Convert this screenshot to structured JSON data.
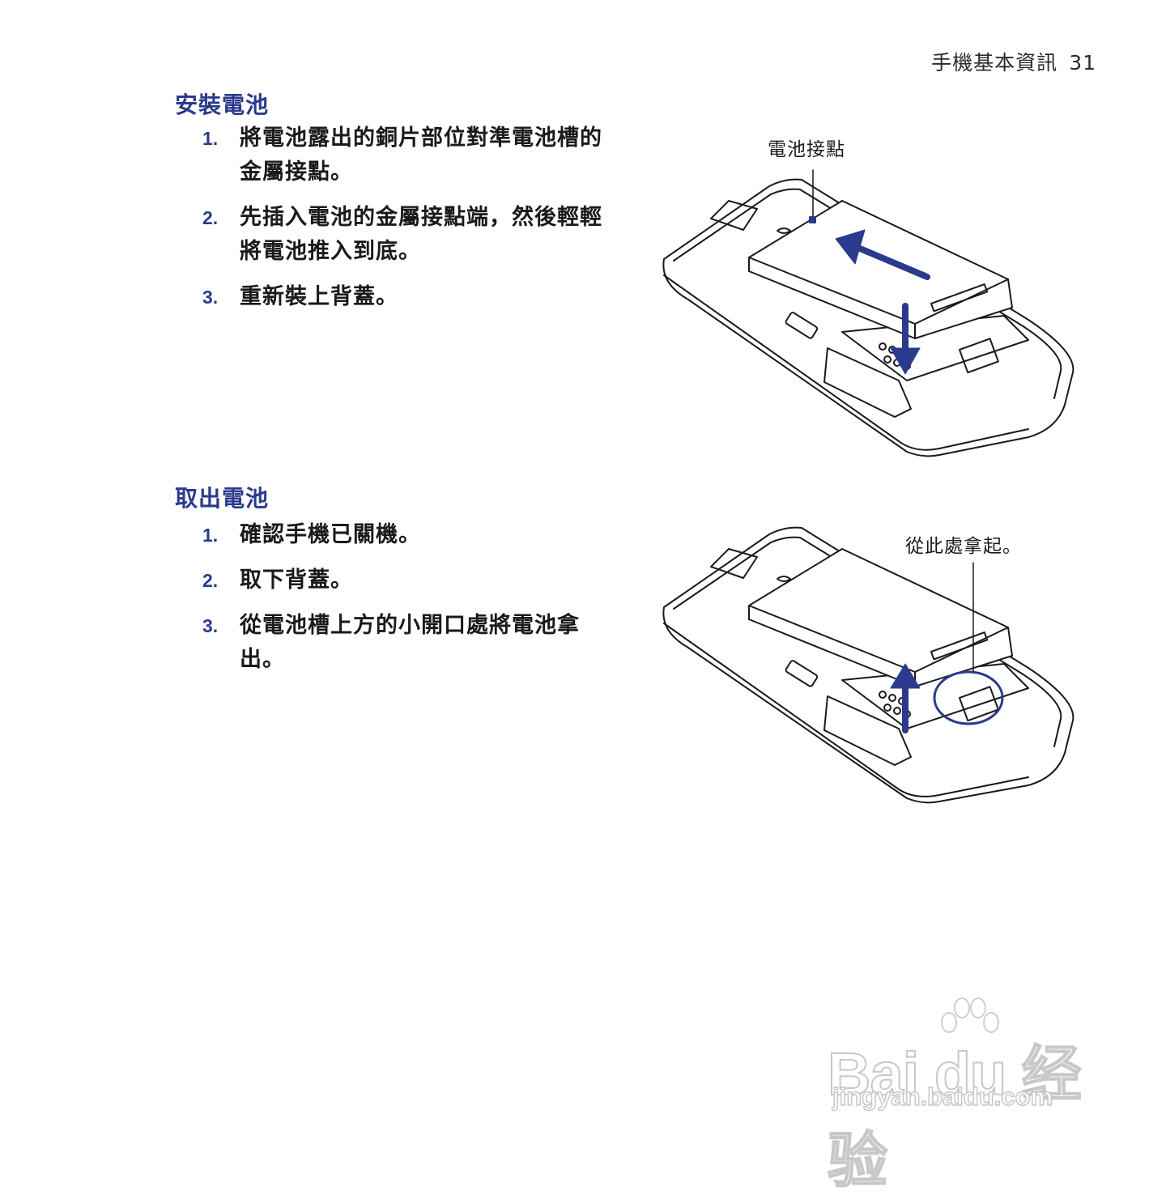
{
  "header": {
    "chapter": "手機基本資訊",
    "page_number": "31"
  },
  "install": {
    "title": "安裝電池",
    "steps": [
      {
        "num": "1.",
        "text": "將電池露出的銅片部位對準電池槽的金屬接點。"
      },
      {
        "num": "2.",
        "text": "先插入電池的金屬接點端，然後輕輕將電池推入到底。"
      },
      {
        "num": "3.",
        "text": "重新裝上背蓋。"
      }
    ],
    "callout": "電池接點"
  },
  "remove": {
    "title": "取出電池",
    "steps": [
      {
        "num": "1.",
        "text": "確認手機已關機。"
      },
      {
        "num": "2.",
        "text": "取下背蓋。"
      },
      {
        "num": "3.",
        "text": "從電池槽上方的小開口處將電池拿出。"
      }
    ],
    "callout": "從此處拿起。"
  },
  "watermark": {
    "logo": "Bai du 经验",
    "url": "jingyan.baidu.com"
  },
  "colors": {
    "accent": "#2b3a8c",
    "line": "#1a1a1a"
  }
}
